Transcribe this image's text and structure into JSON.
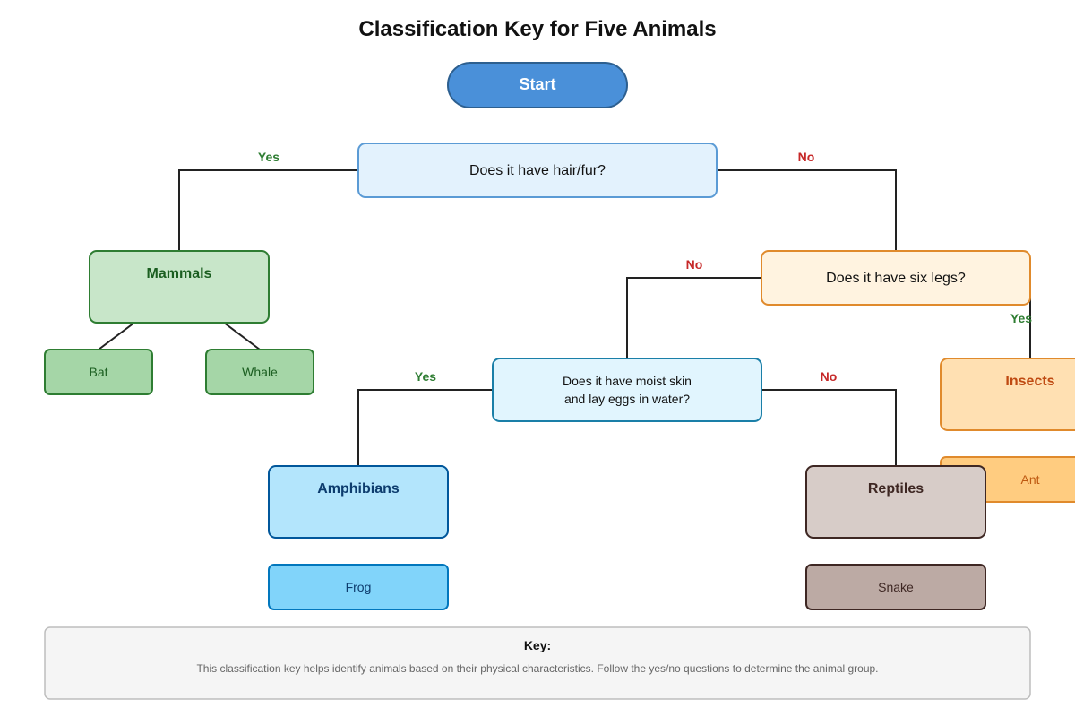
{
  "title": "Classification Key for Five Animals",
  "start": {
    "label": "Start",
    "fill": "#4a90d9",
    "stroke": "#2d5f8f"
  },
  "questions": {
    "hair": {
      "text": "Does it have hair/fur?"
    },
    "legs": {
      "text": "Does it have six legs?"
    },
    "moist": {
      "line1": "Does it have moist skin",
      "line2": "and lay eggs in water?"
    }
  },
  "edge_labels": {
    "hair_yes": "Yes",
    "hair_no": "No",
    "legs_no": "No",
    "legs_yes": "Yes",
    "moist_yes": "Yes",
    "moist_no": "No"
  },
  "groups": {
    "mammals": {
      "label": "Mammals",
      "animals": [
        "Bat",
        "Whale"
      ]
    },
    "insects": {
      "label": "Insects",
      "animals": [
        "Ant"
      ]
    },
    "amphibians": {
      "label": "Amphibians",
      "animals": [
        "Frog"
      ]
    },
    "reptiles": {
      "label": "Reptiles",
      "animals": [
        "Snake"
      ]
    }
  },
  "key": {
    "title": "Key:",
    "description": "This classification key helps identify animals based on their physical characteristics. Follow the yes/no questions to determine the animal group."
  },
  "colors": {
    "yes": "#2e7d32",
    "no": "#c62828",
    "mammals": "#c8e6c9",
    "insects": "#ffe0b2",
    "amphibians": "#b3e5fc",
    "reptiles": "#d7ccc8"
  }
}
